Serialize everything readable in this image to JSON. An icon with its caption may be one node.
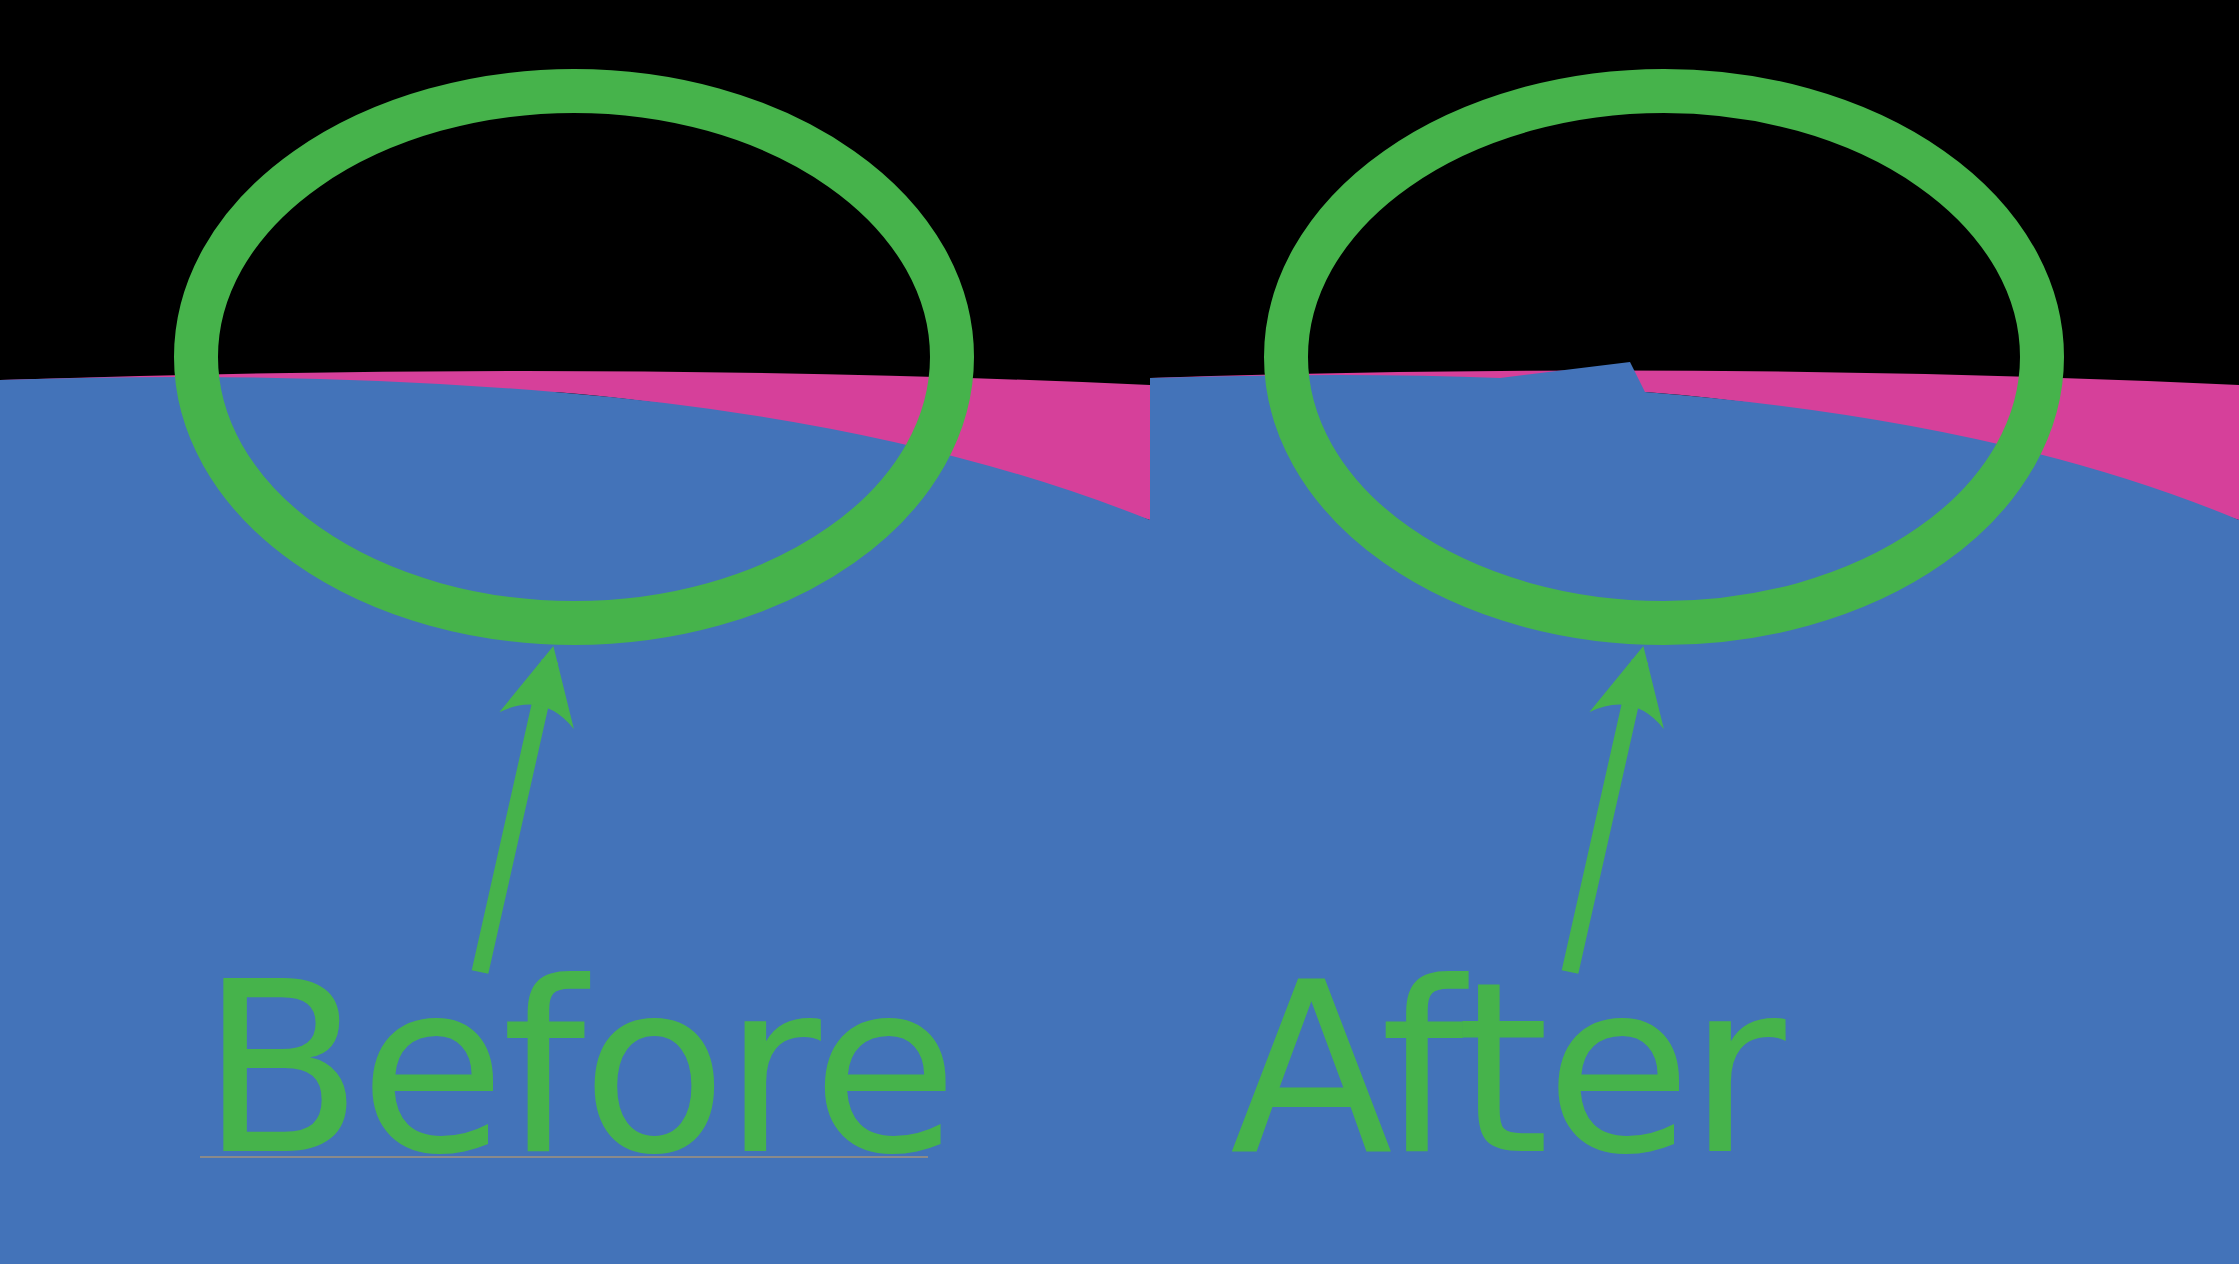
{
  "diagram": {
    "nodes": [
      {
        "text": [],
        "shape": "circle"
      },
      {
        "text": [
          "Before"
        ]
      },
      {
        "text": [],
        "shape": "circle"
      },
      {
        "text": [
          "After"
        ]
      }
    ],
    "edges": [
      {
        "from": 1,
        "to": 0,
        "arrow": "to"
      },
      {
        "from": 3,
        "to": 2,
        "arrow": "to"
      }
    ]
  }
}
